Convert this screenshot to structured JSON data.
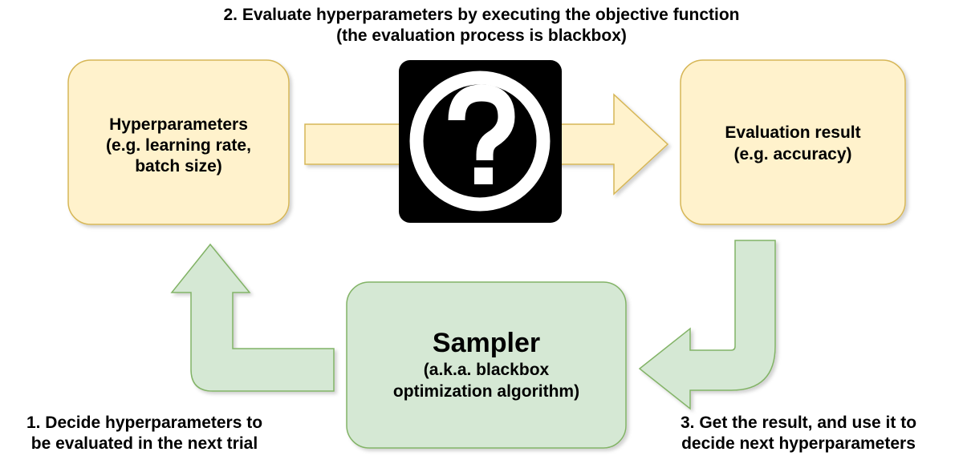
{
  "step2": {
    "line1": "2. Evaluate hyperparameters by executing the objective function",
    "line2": "(the evaluation process is blackbox)"
  },
  "hyperparameters_box": {
    "line1": "Hyperparameters",
    "line2": "(e.g. learning rate,",
    "line3": "batch size)"
  },
  "result_box": {
    "line1": "Evaluation result",
    "line2": "(e.g. accuracy)"
  },
  "sampler_box": {
    "title": "Sampler",
    "line1": "(a.k.a. blackbox",
    "line2": "optimization algorithm)"
  },
  "step1": {
    "line1": "1. Decide hyperparameters to",
    "line2": "be evaluated in the next trial"
  },
  "step3": {
    "line1": "3. Get the result, and use it to",
    "line2": "decide next hyperparameters"
  },
  "colors": {
    "yellow_fill": "#fff2cc",
    "yellow_stroke": "#d6b656",
    "green_fill": "#d5e8d4",
    "green_stroke": "#82b366",
    "blackbox": "#000000"
  },
  "icons": {
    "blackbox": "question-mark-icon"
  }
}
